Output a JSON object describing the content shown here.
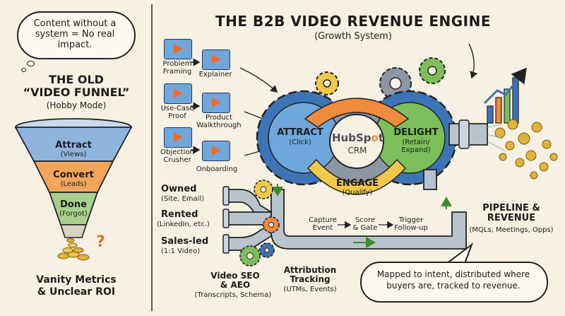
{
  "left": {
    "cloud_text": "Content without a system = No real impact.",
    "title_line1": "THE OLD",
    "title_line2": "“VIDEO FUNNEL”",
    "subtitle": "(Hobby Mode)",
    "funnel": [
      {
        "label": "Attract",
        "sub": "(Views)",
        "color": "#8fb4de"
      },
      {
        "label": "Convert",
        "sub": "(Leads)",
        "color": "#f2a65c"
      },
      {
        "label": "Done",
        "sub": "(Forgot)",
        "color": "#a9d08a"
      }
    ],
    "question_mark": "?",
    "bottom_line1": "Vanity Metrics",
    "bottom_line2": "& Unclear ROI"
  },
  "right": {
    "title": "THE B2B VIDEO REVENUE ENGINE",
    "subtitle": "(Growth System)",
    "videos": [
      {
        "label": "Problem\nFraming"
      },
      {
        "label": "Explainer"
      },
      {
        "label": "Use-Case\nProof"
      },
      {
        "label": "Product\nWalkthrough"
      },
      {
        "label": "Objection\nCrusher"
      },
      {
        "label": "Onboarding"
      }
    ],
    "engine": {
      "attract": "ATTRACT",
      "attract_sub": "(Click)",
      "delight": "DELIGHT",
      "delight_sub": "(Retain/\nExpand)",
      "engage": "ENGAGE",
      "engage_sub": "(Qualify)",
      "hub_a": "HubSp",
      "hub_o": "o",
      "hub_b": "t",
      "hub_crm": "CRM"
    },
    "channels": [
      {
        "label": "Owned",
        "sub": "(Site, Email)"
      },
      {
        "label": "Rented",
        "sub": "(LinkedIn, etc.)"
      },
      {
        "label": "Sales-led",
        "sub": "(1:1 Video)"
      }
    ],
    "pipe_steps": [
      {
        "label": "Capture\nEvent"
      },
      {
        "label": "Score\n& Gate"
      },
      {
        "label": "Trigger\nFollow-up"
      }
    ],
    "seo_label": "Video SEO\n& AEO",
    "seo_sub": "(Transcripts, Schema)",
    "attr_label": "Attribution\nTracking",
    "attr_sub": "(UTMs, Events)",
    "pipeline_label": "PIPELINE &\nREVENUE",
    "pipeline_sub": "(MQLs, Meetings, Opps)",
    "bubble_text": "Mapped to intent, distributed where buyers are, tracked to revenue."
  },
  "colors": {
    "blue": "#6fa7dc",
    "orange": "#f08a3c",
    "green": "#7cbf5a",
    "yellow": "#f2c84b",
    "gear_blue": "#3d74b8",
    "gear_gray": "#8d97a3",
    "coin": "#e0b43a"
  }
}
